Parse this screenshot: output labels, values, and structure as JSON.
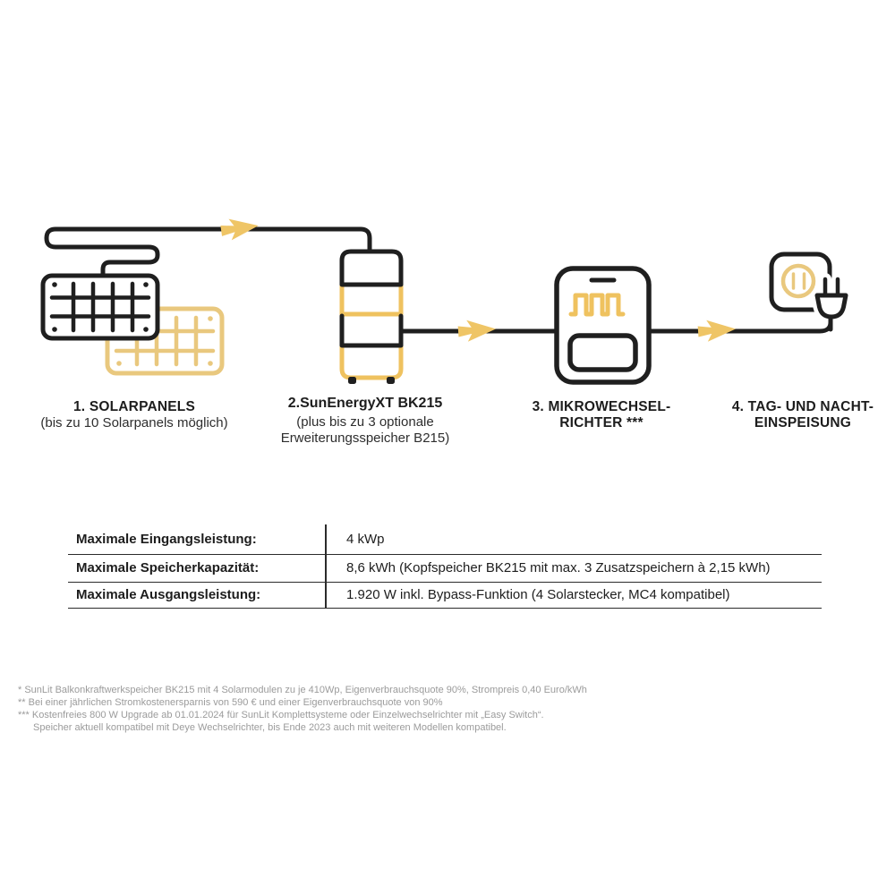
{
  "diagram": {
    "steps": [
      {
        "title": "1. SOLARPANELS",
        "subtitle": "(bis zu 10 Solarpanels möglich)"
      },
      {
        "title": "2.SunEnergyXT BK215",
        "subtitle1": "(plus bis zu 3 optionale",
        "subtitle2": "Erweiterungsspeicher B215)"
      },
      {
        "title1": "3. MIKROWECHSEL-",
        "title2": "RICHTER ***"
      },
      {
        "title1": "4. TAG- UND NACHT-",
        "title2": "EINSPEISUNG"
      }
    ]
  },
  "spec_table": {
    "rows": [
      {
        "label": "Maximale Eingangsleistung:",
        "value": "4 kWp"
      },
      {
        "label": "Maximale Speicherkapazität:",
        "value": "8,6 kWh (Kopfspeicher BK215 mit max. 3 Zusatzspeichern à 2,15 kWh)"
      },
      {
        "label": "Maximale Ausgangsleistung:",
        "value": "1.920 W inkl. Bypass-Funktion (4 Solarstecker, MC4 kompatibel)"
      }
    ]
  },
  "footnotes": [
    "* SunLit Balkonkraftwerkspeicher BK215 mit 4 Solarmodulen zu je 410Wp, Eigenverbrauchsquote 90%, Strompreis 0,40 Euro/kWh",
    "** Bei einer jährlichen Stromkostenersparnis von 590 € und einer Eigenverbrauchsquote von 90%",
    "*** Kostenfreies 800 W Upgrade ab 01.01.2024 für SunLit Komplettsysteme oder Einzelwechselrichter mit „Easy Switch“.",
    "Speicher aktuell kompatibel mit Deye Wechselrichter, bis Ende 2023 auch mit weiteren Modellen kompatibel."
  ],
  "colors": {
    "line_black": "#1F1F1F",
    "accent_gold": "#EFC25F",
    "gold_light": "#E9C87E",
    "footnote_gray": "#9B9B9B"
  }
}
